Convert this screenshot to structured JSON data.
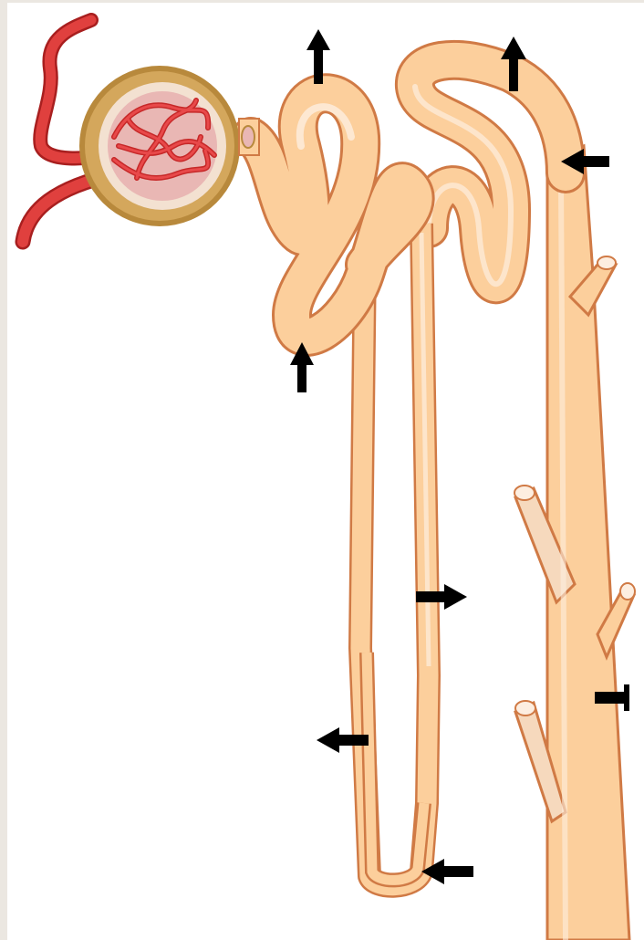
{
  "figure": {
    "subject": "nephron",
    "labels": [],
    "arrows": [
      {
        "id": "arrow-pct-top",
        "direction": "up"
      },
      {
        "id": "arrow-pct-bottom",
        "direction": "up"
      },
      {
        "id": "arrow-dct-top",
        "direction": "up"
      },
      {
        "id": "arrow-collecting-duct-top",
        "direction": "left"
      },
      {
        "id": "arrow-ascending-limb",
        "direction": "right"
      },
      {
        "id": "arrow-descending-limb",
        "direction": "left"
      },
      {
        "id": "arrow-loop-bend",
        "direction": "left"
      },
      {
        "id": "arrow-collecting-duct-bottom",
        "direction": "right"
      }
    ],
    "colors": {
      "tubule_fill": "#fccf9c",
      "tubule_outline": "#d07a45",
      "tubule_highlight": "#fdeee0",
      "capsule": "#b8893c",
      "glomerulus": "#d63a3a",
      "vessel": "#e0403e",
      "arrow": "#000000",
      "background": "#ffffff",
      "border": "#ebe7e1"
    }
  }
}
